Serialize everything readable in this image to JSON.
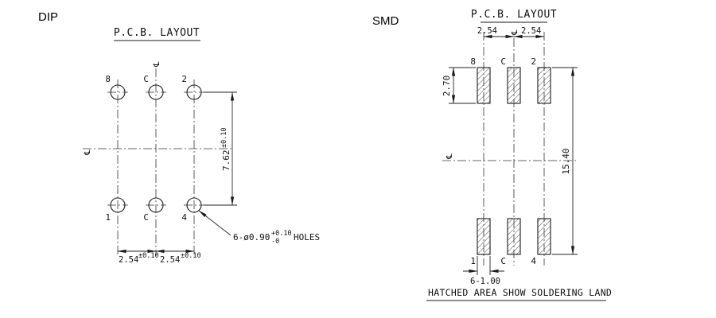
{
  "colors": {
    "ink": "#1a1a1a",
    "background": "#ffffff"
  },
  "dip": {
    "package_label": "DIP",
    "title": "P.C.B. LAYOUT",
    "pins_top": [
      "8",
      "C",
      "2"
    ],
    "pins_bottom": [
      "1",
      "C",
      "4"
    ],
    "centerline_symbol": "℄",
    "dim_row_pitch": {
      "value": "7.62",
      "tolerance": "±0.10"
    },
    "dim_col_pitch_left": {
      "value": "2.54",
      "tolerance": "±0.10"
    },
    "dim_col_pitch_right": {
      "value": "2.54",
      "tolerance": "±0.10"
    },
    "holes_callout": {
      "prefix": "6-ø0.90",
      "tol_plus": "+0.10",
      "tol_minus": "-0",
      "suffix": "HOLES"
    }
  },
  "smd": {
    "package_label": "SMD",
    "title": "P.C.B. LAYOUT",
    "pins_top": [
      "8",
      "C",
      "2"
    ],
    "pins_bottom": [
      "1",
      "C",
      "4"
    ],
    "centerline_symbol": "℄",
    "dim_col_pitch_left": "2.54",
    "dim_col_pitch_right": "2.54",
    "dim_pad_length": "2.70",
    "dim_overall": "15.40",
    "dim_pad_width": "6-1.00",
    "footer_note": "HATCHED AREA SHOW SOLDERING LAND"
  }
}
